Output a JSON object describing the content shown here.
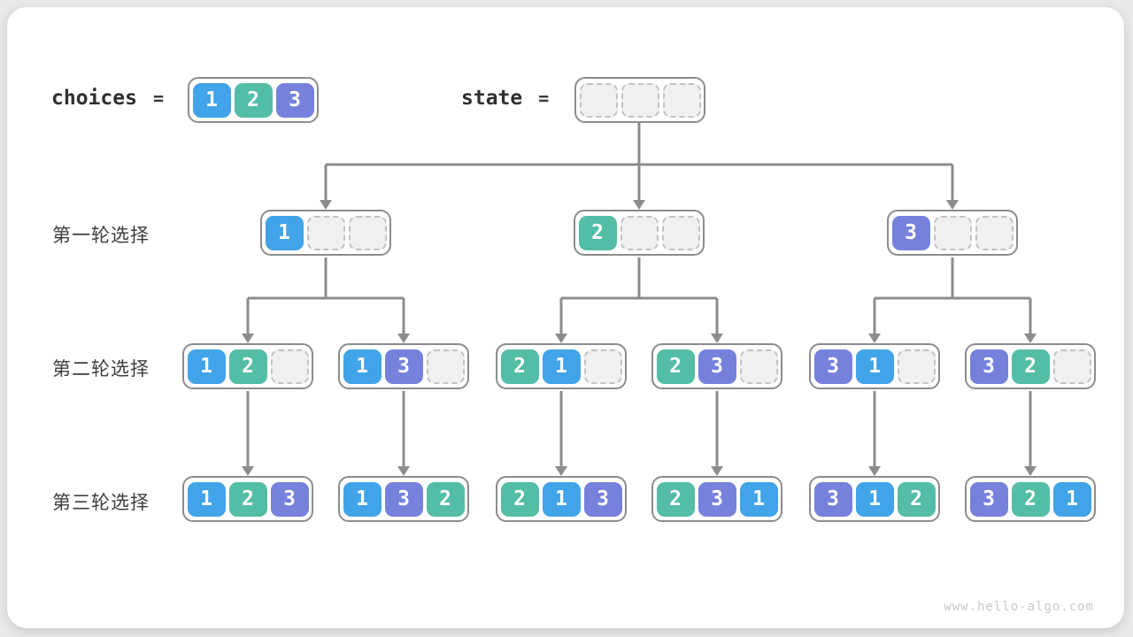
{
  "palette": {
    "1": "#41a3e8",
    "2": "#53bda5",
    "3": "#7681dc",
    "empty_bg": "#f0f0f0",
    "node_border": "#8c8c8c",
    "arrow": "#8c8c8c"
  },
  "header": {
    "choices_label": "choices",
    "equals": "=",
    "choices": [
      "1",
      "2",
      "3"
    ],
    "state_label": "state",
    "state": [
      "",
      "",
      ""
    ]
  },
  "rows": [
    {
      "label": "第一轮选择",
      "nodes": [
        [
          "1",
          "",
          ""
        ],
        [
          "2",
          "",
          ""
        ],
        [
          "3",
          "",
          ""
        ]
      ]
    },
    {
      "label": "第二轮选择",
      "nodes": [
        [
          "1",
          "2",
          ""
        ],
        [
          "1",
          "3",
          ""
        ],
        [
          "2",
          "1",
          ""
        ],
        [
          "2",
          "3",
          ""
        ],
        [
          "3",
          "1",
          ""
        ],
        [
          "3",
          "2",
          ""
        ]
      ]
    },
    {
      "label": "第三轮选择",
      "nodes": [
        [
          "1",
          "2",
          "3"
        ],
        [
          "1",
          "3",
          "2"
        ],
        [
          "2",
          "1",
          "3"
        ],
        [
          "2",
          "3",
          "1"
        ],
        [
          "3",
          "1",
          "2"
        ],
        [
          "3",
          "2",
          "1"
        ]
      ]
    }
  ],
  "watermark": "www.hello-algo.com"
}
